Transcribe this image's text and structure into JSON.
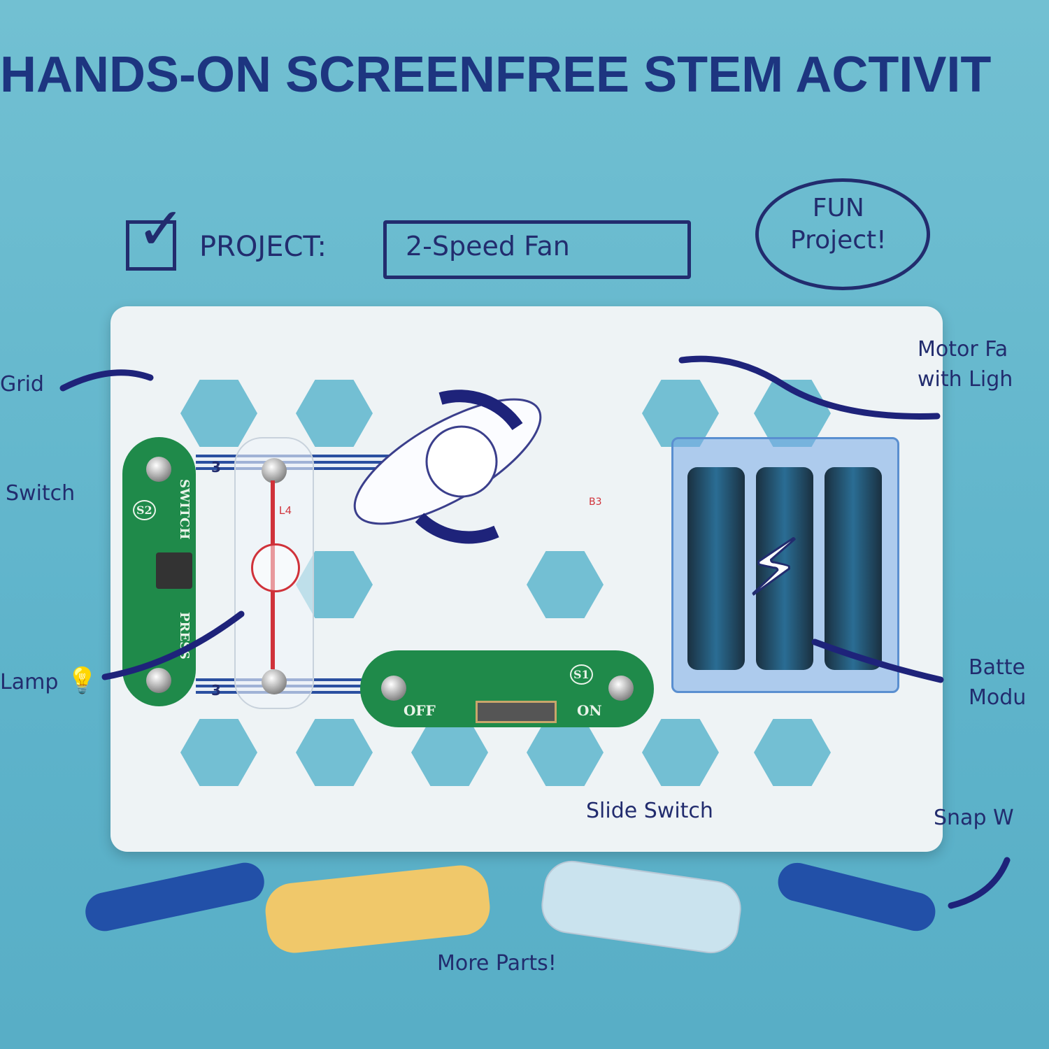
{
  "headline": "HANDS-ON SCREENFREE STEM ACTIVIT",
  "project": {
    "label": "PROJECT:",
    "value": "2-Speed Fan",
    "checked": true
  },
  "bubble": {
    "line1": "FUN",
    "line2": "Project!"
  },
  "annotations": {
    "grid": "Grid",
    "switch": "Switch",
    "lamp": "Lamp",
    "motor_line1": "Motor Fa",
    "motor_line2": "with Ligh",
    "battery_line1": "Batte",
    "battery_line2": "Modu",
    "slide_switch": "Slide Switch",
    "snap_wire": "Snap W",
    "more_parts": "More Parts!"
  },
  "board": {
    "press_switch": {
      "id": "S2",
      "top": "SWITCH",
      "bottom": "PRESS"
    },
    "slide_switch": {
      "id": "S1",
      "off": "OFF",
      "on": "ON"
    },
    "wire_number": "3",
    "lamp_id": "L4",
    "battery_id": "B3"
  },
  "colors": {
    "background": "#66b8cd",
    "ink": "#222c6e",
    "headline": "#1d3580",
    "board": "#eef3f5",
    "pcb_green": "#1f8a4a"
  },
  "icons": [
    "checkmark-icon",
    "speech-bubble-icon",
    "arrow-icon",
    "pointing-hand-icon",
    "lightbulb-icon",
    "lightning-icon",
    "rotation-arrows-icon"
  ]
}
